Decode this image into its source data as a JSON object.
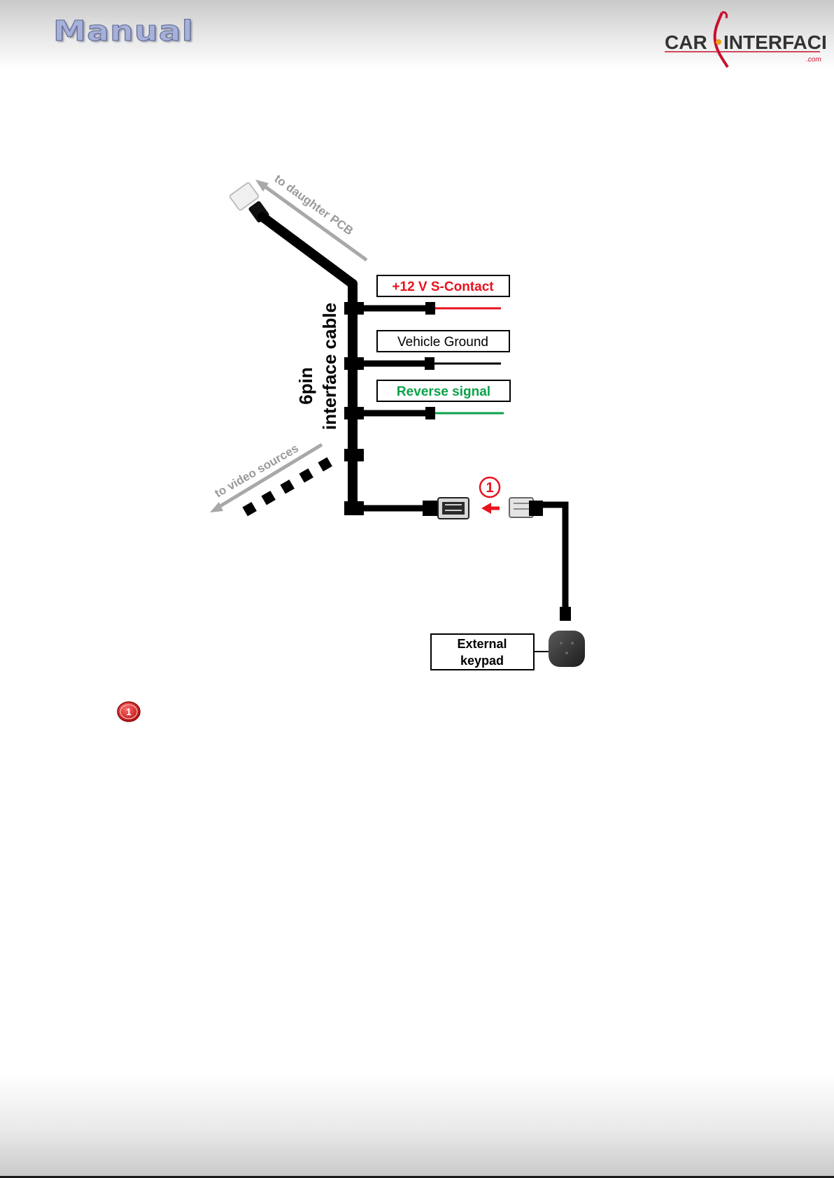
{
  "header": {
    "title": "Manual",
    "logo": {
      "text_car": "CAR",
      "text_interface": "INTERFACE",
      "text_com": ".com",
      "brand_color": "#c8102e",
      "text_color": "#333333"
    }
  },
  "diagram": {
    "cable_label_line1": "6pin",
    "cable_label_line2": "interface cable",
    "arrow_daughter": "to daughter PCB",
    "arrow_video": "to video sources",
    "wires": [
      {
        "label": "+12 V S-Contact",
        "color": "#e8121e"
      },
      {
        "label": "Vehicle Ground",
        "color": "#000000"
      },
      {
        "label": "Reverse signal",
        "color": "#0aa24a"
      }
    ],
    "keypad_label_line1": "External",
    "keypad_label_line2": "keypad",
    "step_marker": "1"
  },
  "legend": {
    "badge": "1"
  }
}
